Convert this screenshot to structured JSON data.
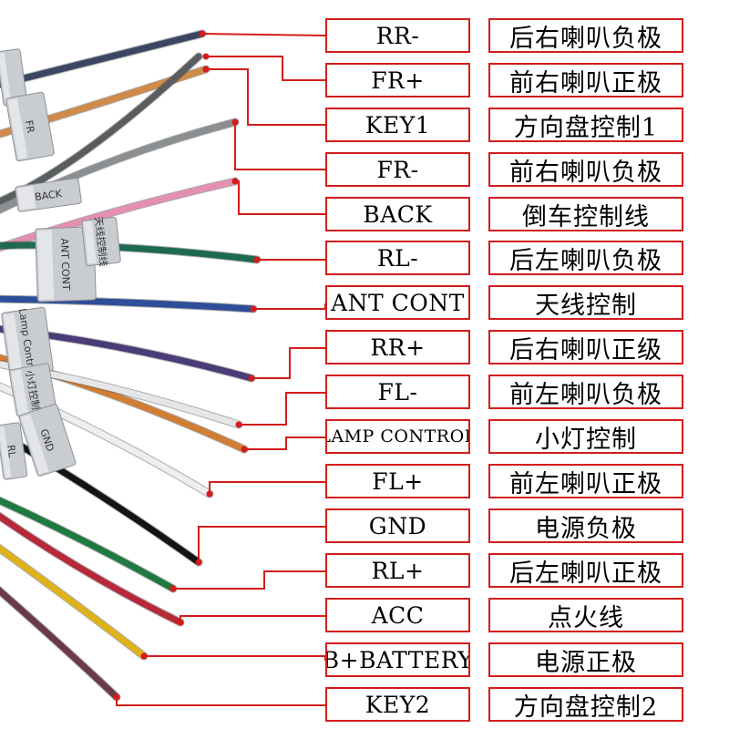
{
  "colors": {
    "leader": "#d41c1c",
    "box_border": "#d41c1c",
    "sleeve": "#c9ccd0"
  },
  "sleeve_labels": [
    "FR",
    "BACK",
    "ANT CONT",
    "Lamp Control",
    "GND",
    "RL",
    "天线控制线",
    "小灯控制"
  ],
  "rows": [
    {
      "code": "RR-",
      "desc": "后右喇叭负极",
      "wire": "#3a4763"
    },
    {
      "code": "FR+",
      "desc": "前右喇叭正极",
      "wire": "#d08a4a"
    },
    {
      "code": "KEY1",
      "desc": "方向盘控制1",
      "wire": "#8c8f91"
    },
    {
      "code": "FR-",
      "desc": "前右喇叭负极",
      "wire": "#5a5d5f"
    },
    {
      "code": "BACK",
      "desc": "倒车控制线",
      "wire": "#e48fb2"
    },
    {
      "code": "RL-",
      "desc": "后左喇叭负极",
      "wire": "#1e6a50"
    },
    {
      "code": "ANT CONT",
      "desc": "天线控制",
      "wire": "#2e4d9a"
    },
    {
      "code": "RR+",
      "desc": "后右喇叭正级",
      "wire": "#4a3c78"
    },
    {
      "code": "FL-",
      "desc": "前左喇叭负极",
      "wire": "#d17d32"
    },
    {
      "code": "LAMP CONTROL",
      "desc": "小灯控制",
      "wire": "#e6e6e8"
    },
    {
      "code": "FL+",
      "desc": "前左喇叭正极",
      "wire": "#eeeeee"
    },
    {
      "code": "GND",
      "desc": "电源负极",
      "wire": "#141414"
    },
    {
      "code": "RL+",
      "desc": "后左喇叭正极",
      "wire": "#1f7a40"
    },
    {
      "code": "ACC",
      "desc": "点火线",
      "wire": "#b8283a"
    },
    {
      "code": "B+BATTERY",
      "desc": "电源正极",
      "wire": "#e0b219"
    },
    {
      "code": "KEY2",
      "desc": "方向盘控制2",
      "wire": "#6b3a48"
    }
  ]
}
